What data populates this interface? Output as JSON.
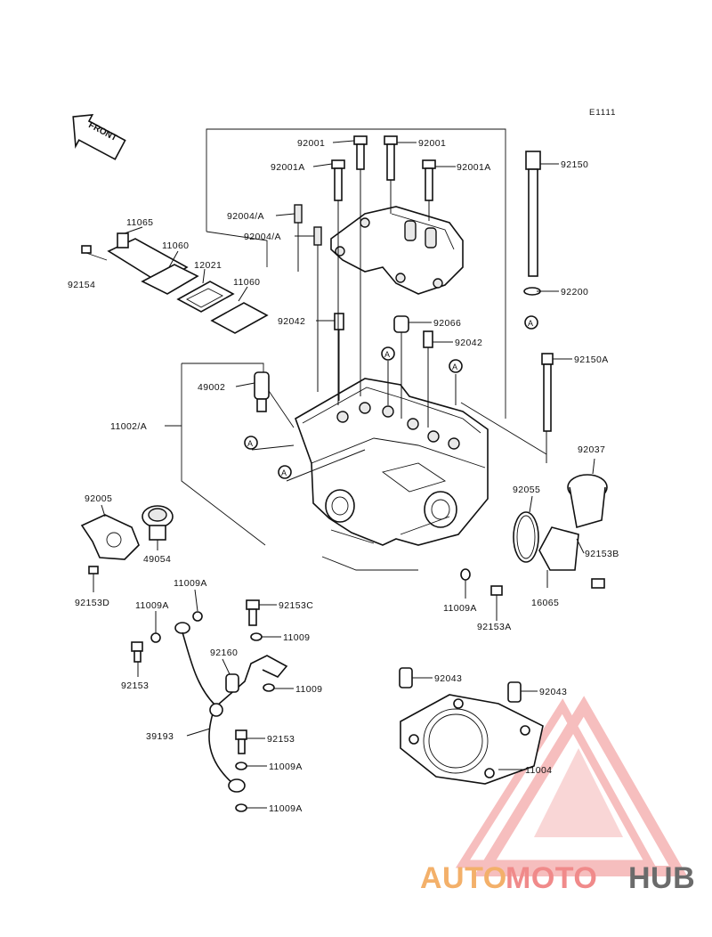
{
  "diagram": {
    "code": "E1111",
    "front_label": "FRONT",
    "callouts": [
      {
        "id": "c-92001-a",
        "text": "92001"
      },
      {
        "id": "c-92001-b",
        "text": "92001"
      },
      {
        "id": "c-92001A-a",
        "text": "92001A"
      },
      {
        "id": "c-92001A-b",
        "text": "92001A"
      },
      {
        "id": "c-92150",
        "text": "92150"
      },
      {
        "id": "c-92004A-a",
        "text": "92004/A"
      },
      {
        "id": "c-92004A-b",
        "text": "92004/A"
      },
      {
        "id": "c-11065",
        "text": "11065"
      },
      {
        "id": "c-11060-a",
        "text": "11060"
      },
      {
        "id": "c-12021",
        "text": "12021"
      },
      {
        "id": "c-11060-b",
        "text": "11060"
      },
      {
        "id": "c-92154",
        "text": "92154"
      },
      {
        "id": "c-92200",
        "text": "92200"
      },
      {
        "id": "c-92042-a",
        "text": "92042"
      },
      {
        "id": "c-92066",
        "text": "92066"
      },
      {
        "id": "c-92042-b",
        "text": "92042"
      },
      {
        "id": "c-92150A",
        "text": "92150A"
      },
      {
        "id": "c-49002",
        "text": "49002"
      },
      {
        "id": "c-11002A",
        "text": "11002/A"
      },
      {
        "id": "c-92037",
        "text": "92037"
      },
      {
        "id": "c-92005",
        "text": "92005"
      },
      {
        "id": "c-92055",
        "text": "92055"
      },
      {
        "id": "c-49054",
        "text": "49054"
      },
      {
        "id": "c-92153B",
        "text": "92153B"
      },
      {
        "id": "c-11009A-a",
        "text": "11009A"
      },
      {
        "id": "c-92153D",
        "text": "92153D"
      },
      {
        "id": "c-16065",
        "text": "16065"
      },
      {
        "id": "c-11009A-b",
        "text": "11009A"
      },
      {
        "id": "c-92153C",
        "text": "92153C"
      },
      {
        "id": "c-11009A-c",
        "text": "11009A"
      },
      {
        "id": "c-92153A",
        "text": "92153A"
      },
      {
        "id": "c-11009-a",
        "text": "11009"
      },
      {
        "id": "c-92160",
        "text": "92160"
      },
      {
        "id": "c-92153",
        "text": "92153"
      },
      {
        "id": "c-11009-b",
        "text": "11009"
      },
      {
        "id": "c-92043-a",
        "text": "92043"
      },
      {
        "id": "c-92043-b",
        "text": "92043"
      },
      {
        "id": "c-39193",
        "text": "39193"
      },
      {
        "id": "c-92153-b",
        "text": "92153"
      },
      {
        "id": "c-11004",
        "text": "11004"
      },
      {
        "id": "c-11009A-d",
        "text": "11009A"
      },
      {
        "id": "c-11009A-e",
        "text": "11009A"
      }
    ],
    "ref_markers": [
      "A",
      "A",
      "A",
      "A",
      "A"
    ]
  },
  "watermark": {
    "part1": "AUTO",
    "part2": "MOTO",
    "part3": "HUB",
    "color_auto": "#f3b06a",
    "color_moto": "#f08a8a",
    "color_hub": "#6b6b6b"
  }
}
